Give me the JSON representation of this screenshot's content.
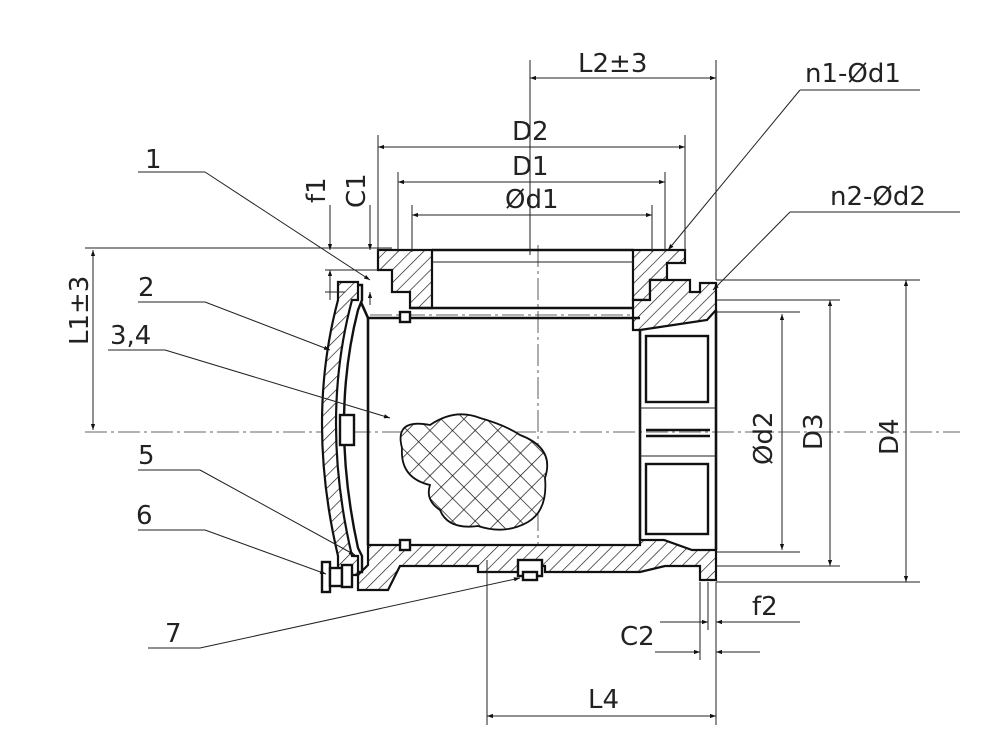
{
  "labels": {
    "part1": "1",
    "part2": "2",
    "part34": "3,4",
    "part5": "5",
    "part6": "6",
    "part7": "7",
    "n1d1": "n1-Ød1",
    "n2d2": "n2-Ød2",
    "L2": "L2±3",
    "D2": "D2",
    "D1": "D1",
    "d1": "Ød1",
    "f1": "f1",
    "C1": "C1",
    "L1": "L1±3",
    "d2": "Ød2",
    "D3": "D3",
    "D4": "D4",
    "f2": "f2",
    "C2": "C2",
    "L4": "L4"
  }
}
